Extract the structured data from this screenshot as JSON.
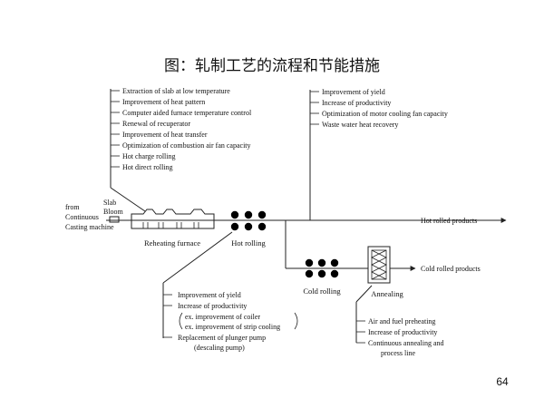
{
  "title": "图：轧制工艺的流程和节能措施",
  "page_number": "64",
  "source": {
    "line1": "from",
    "line2": "Continuous",
    "line3": "Casting machine"
  },
  "slab_bloom": {
    "line1": "Slab",
    "line2": "Bloom"
  },
  "stages": {
    "reheating_furnace": "Reheating furnace",
    "hot_rolling": "Hot rolling",
    "cold_rolling": "Cold rolling",
    "annealing": "Annealing"
  },
  "products": {
    "hot_rolled": "Hot rolled products",
    "cold_rolled": "Cold rolled products"
  },
  "furnace_measures": [
    "Extraction of slab at low temperature",
    "Improvement of heat pattern",
    "Computer aided furnace temperature control",
    "Renewal of recuperator",
    "Improvement of heat transfer",
    "Optimization of combustion air fan capacity",
    "Hot charge rolling",
    "Hot direct rolling"
  ],
  "hot_measures": [
    "Improvement of yield",
    "Increase of productivity",
    "Optimization of motor cooling fan capacity",
    "Waste water heat recovery"
  ],
  "hot_rolling_measures": {
    "items": [
      "Improvement of yield",
      "Increase of productivity"
    ],
    "examples": [
      "ex. improvement of coiler",
      "ex. improvement of strip cooling"
    ],
    "replacement": [
      "Replacement of plunger pump",
      "(descaling pump)"
    ]
  },
  "annealing_measures": [
    "Air and fuel preheating",
    "Increase of productivity",
    "Continuous annealing and",
    "process line"
  ]
}
